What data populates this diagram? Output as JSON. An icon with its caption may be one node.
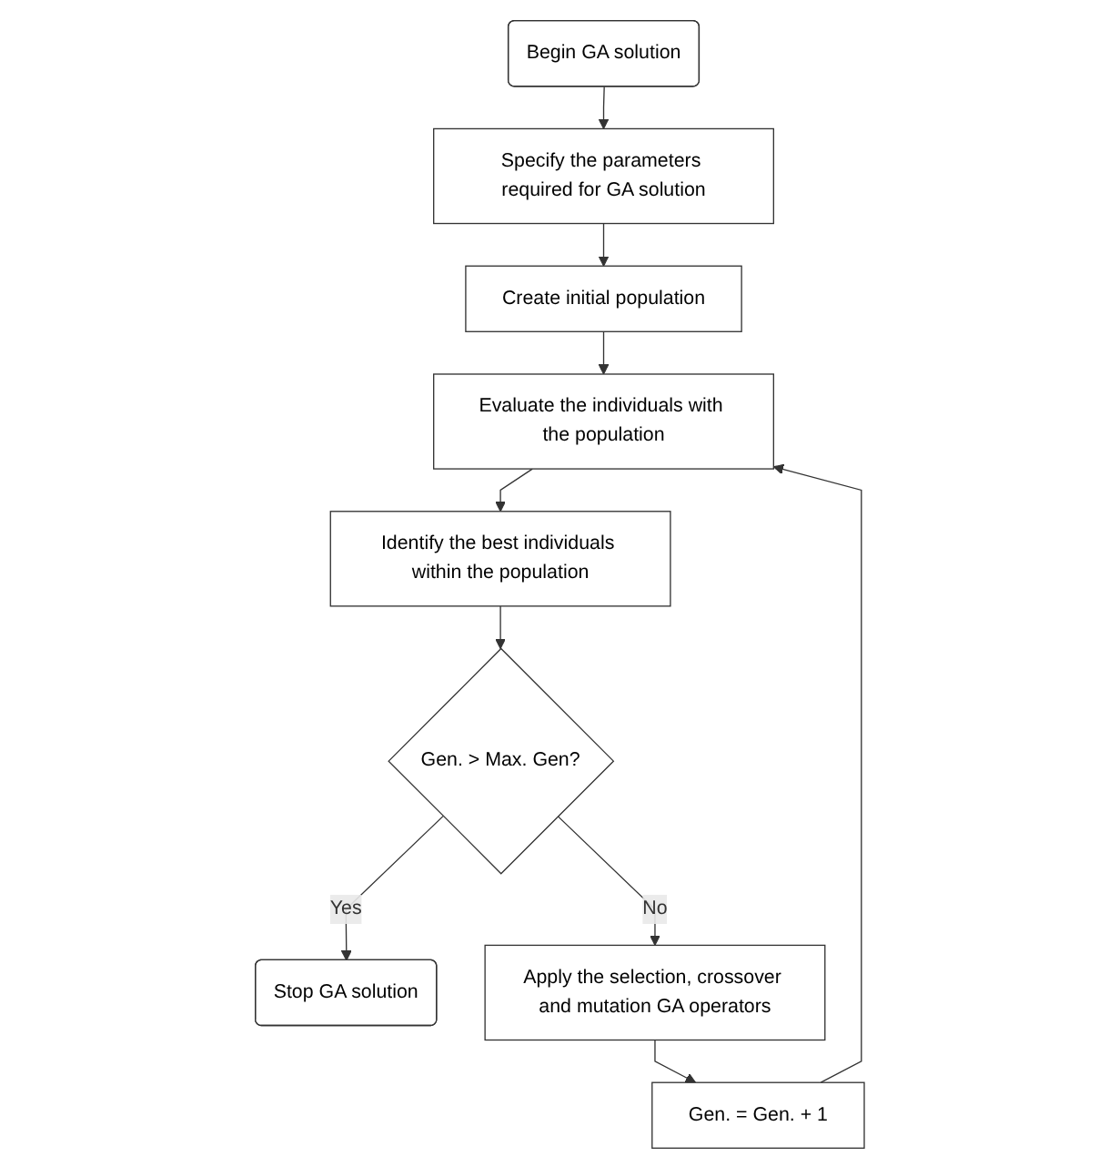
{
  "diagram": {
    "nodes": [
      {
        "text": [
          "Begin GA solution"
        ]
      },
      {
        "text": [
          "Specify the parameters required for GA solution"
        ]
      },
      {
        "text": [
          "Create initial population"
        ]
      },
      {
        "text": [
          "Evaluate the individuals with the population"
        ]
      },
      {
        "text": [
          "Identify the best individuals within the population"
        ]
      },
      {
        "text": [
          "Gen. > Max. Gen?"
        ]
      },
      {
        "text": [
          "Stop GA solution"
        ]
      },
      {
        "text": [
          "Apply the selection, crossover and mutation GA operators"
        ]
      },
      {
        "text": [
          "Gen. = Gen. + 1"
        ]
      }
    ],
    "edges": [
      {
        "from": 0,
        "to": 1,
        "arrow": "to"
      },
      {
        "from": 1,
        "to": 2,
        "arrow": "to"
      },
      {
        "from": 2,
        "to": 3,
        "arrow": "to"
      },
      {
        "from": 3,
        "to": 4,
        "arrow": "to"
      },
      {
        "from": 4,
        "to": 5,
        "arrow": "to"
      },
      {
        "from": 5,
        "to": 6,
        "arrow": "to",
        "label": "Yes"
      },
      {
        "from": 5,
        "to": 7,
        "arrow": "to",
        "label": "No"
      },
      {
        "from": 7,
        "to": 8,
        "arrow": "to"
      },
      {
        "from": 8,
        "to": 3,
        "arrow": "to"
      }
    ]
  }
}
